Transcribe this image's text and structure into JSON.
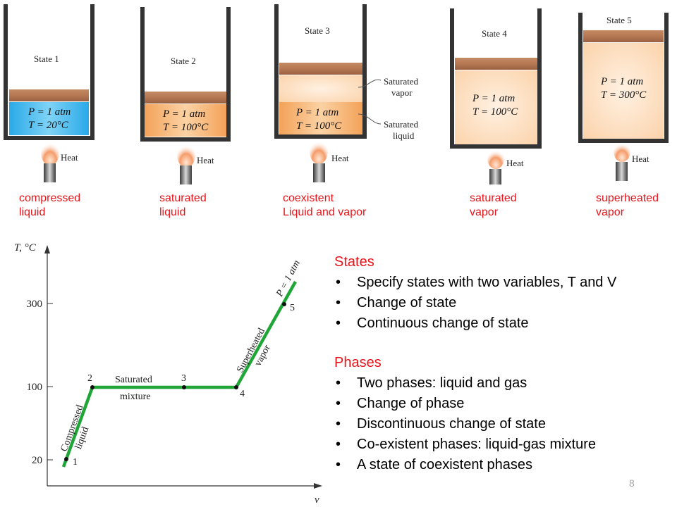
{
  "states": [
    {
      "title": "State 1",
      "p": "P = 1 atm",
      "t": "T = 20°C",
      "heat": "Heat",
      "label": [
        "compressed",
        "liquid"
      ]
    },
    {
      "title": "State 2",
      "p": "P = 1 atm",
      "t": "T = 100°C",
      "heat": "Heat",
      "label": [
        "saturated",
        "liquid"
      ]
    },
    {
      "title": "State 3",
      "p": "P = 1 atm",
      "t": "T = 100°C",
      "heat": "Heat",
      "label": [
        "coexistent",
        "Liquid and vapor"
      ],
      "callout_vapor": [
        "Saturated",
        "vapor"
      ],
      "callout_liquid": [
        "Saturated",
        "liquid"
      ]
    },
    {
      "title": "State 4",
      "p": "P = 1 atm",
      "t": "T = 100°C",
      "heat": "Heat",
      "label": [
        "saturated",
        "vapor"
      ]
    },
    {
      "title": "State 5",
      "p": "P = 1 atm",
      "t": "T = 300°C",
      "heat": "Heat",
      "label": [
        "superheated",
        "vapor"
      ]
    }
  ],
  "tv_diagram": {
    "y_label": "T, °C",
    "x_label": "v",
    "y_ticks": [
      "300",
      "100",
      "20"
    ],
    "pressure_label": "P = 1 atm",
    "point_labels": [
      "1",
      "2",
      "3",
      "4",
      "5"
    ],
    "regions": {
      "compressed": [
        "Compressed",
        "liquid"
      ],
      "mixture": [
        "Saturated",
        "mixture"
      ],
      "superheated": [
        "Superheated",
        "vapor"
      ]
    },
    "line_color": "#1fa637"
  },
  "notes": {
    "states_heading": "States",
    "states_items": [
      "Specify states with two variables, T and V",
      "Change of state",
      "Continuous change of state"
    ],
    "phases_heading": "Phases",
    "phases_items": [
      "Two phases:  liquid and gas",
      "Change of phase",
      "Discontinuous change of state",
      "Co-existent phases:  liquid-gas mixture",
      "A state of coexistent phases"
    ]
  },
  "page_number": "8"
}
